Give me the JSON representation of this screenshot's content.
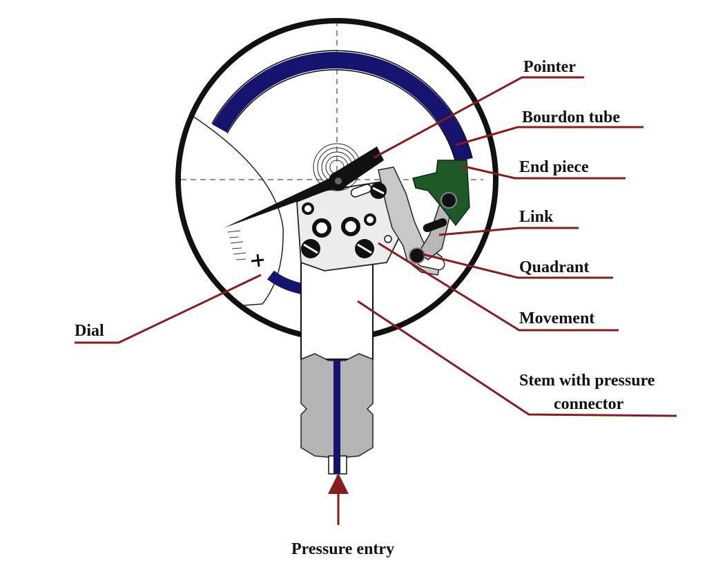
{
  "labels": {
    "pointer": "Pointer",
    "bourdon_tube": "Bourdon tube",
    "end_piece": "End piece",
    "link": "Link",
    "quadrant": "Quadrant",
    "movement": "Movement",
    "stem_line1": "Stem with pressure",
    "stem_line2": "connector",
    "dial": "Dial",
    "pressure_entry": "Pressure entry"
  },
  "colors": {
    "leader": "#8b1a1a",
    "bourdon_tube": "#14146e",
    "end_piece": "#1e5a28",
    "connector_grey": "#b4b4b4",
    "movement_light": "#ececec",
    "quadrant_grey": "#c8c8c8"
  }
}
